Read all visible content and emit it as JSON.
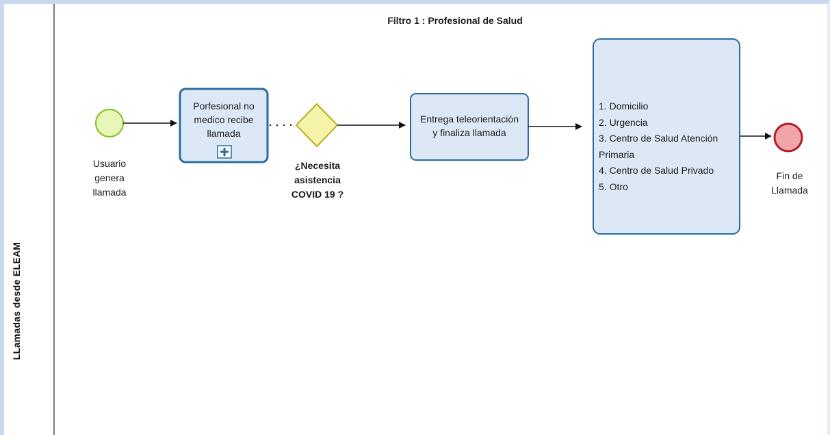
{
  "diagram": {
    "title": "Filtro 1 : Profesional de Salud",
    "pool_label": "LLamadas desde ELEAM",
    "start_event": {
      "label_lines": [
        "Usuario",
        "genera",
        "llamada"
      ]
    },
    "task_receive": {
      "label_lines": [
        "Porfesional no",
        "medico recibe",
        "llamada"
      ]
    },
    "gateway": {
      "label_lines": [
        "¿Necesita",
        "asistencia",
        "COVID 19 ?"
      ]
    },
    "task_deliver": {
      "label_lines": [
        "Entrega teleorientación",
        "y finaliza llamada"
      ]
    },
    "options_task": {
      "items": [
        "1. Domicilio",
        "2. Urgencia",
        "3. Centro de Salud Atención",
        "Primaria",
        "4. Centro de Salud Privado",
        "5. Otro"
      ]
    },
    "end_event": {
      "label_lines": [
        "Fin de",
        "Llamada"
      ]
    },
    "colors": {
      "task_fill": "#dde8f7",
      "task_border": "#2a6c9e",
      "start_fill": "#e8f7b8",
      "start_border": "#7fbf1e",
      "gateway_fill": "#f5f3a8",
      "gateway_border": "#b8b020",
      "end_fill": "#f0a5aa",
      "end_border": "#b01e28",
      "lane_line": "#222222"
    },
    "icons": {
      "subprocess_marker": "plus-box-icon"
    }
  }
}
